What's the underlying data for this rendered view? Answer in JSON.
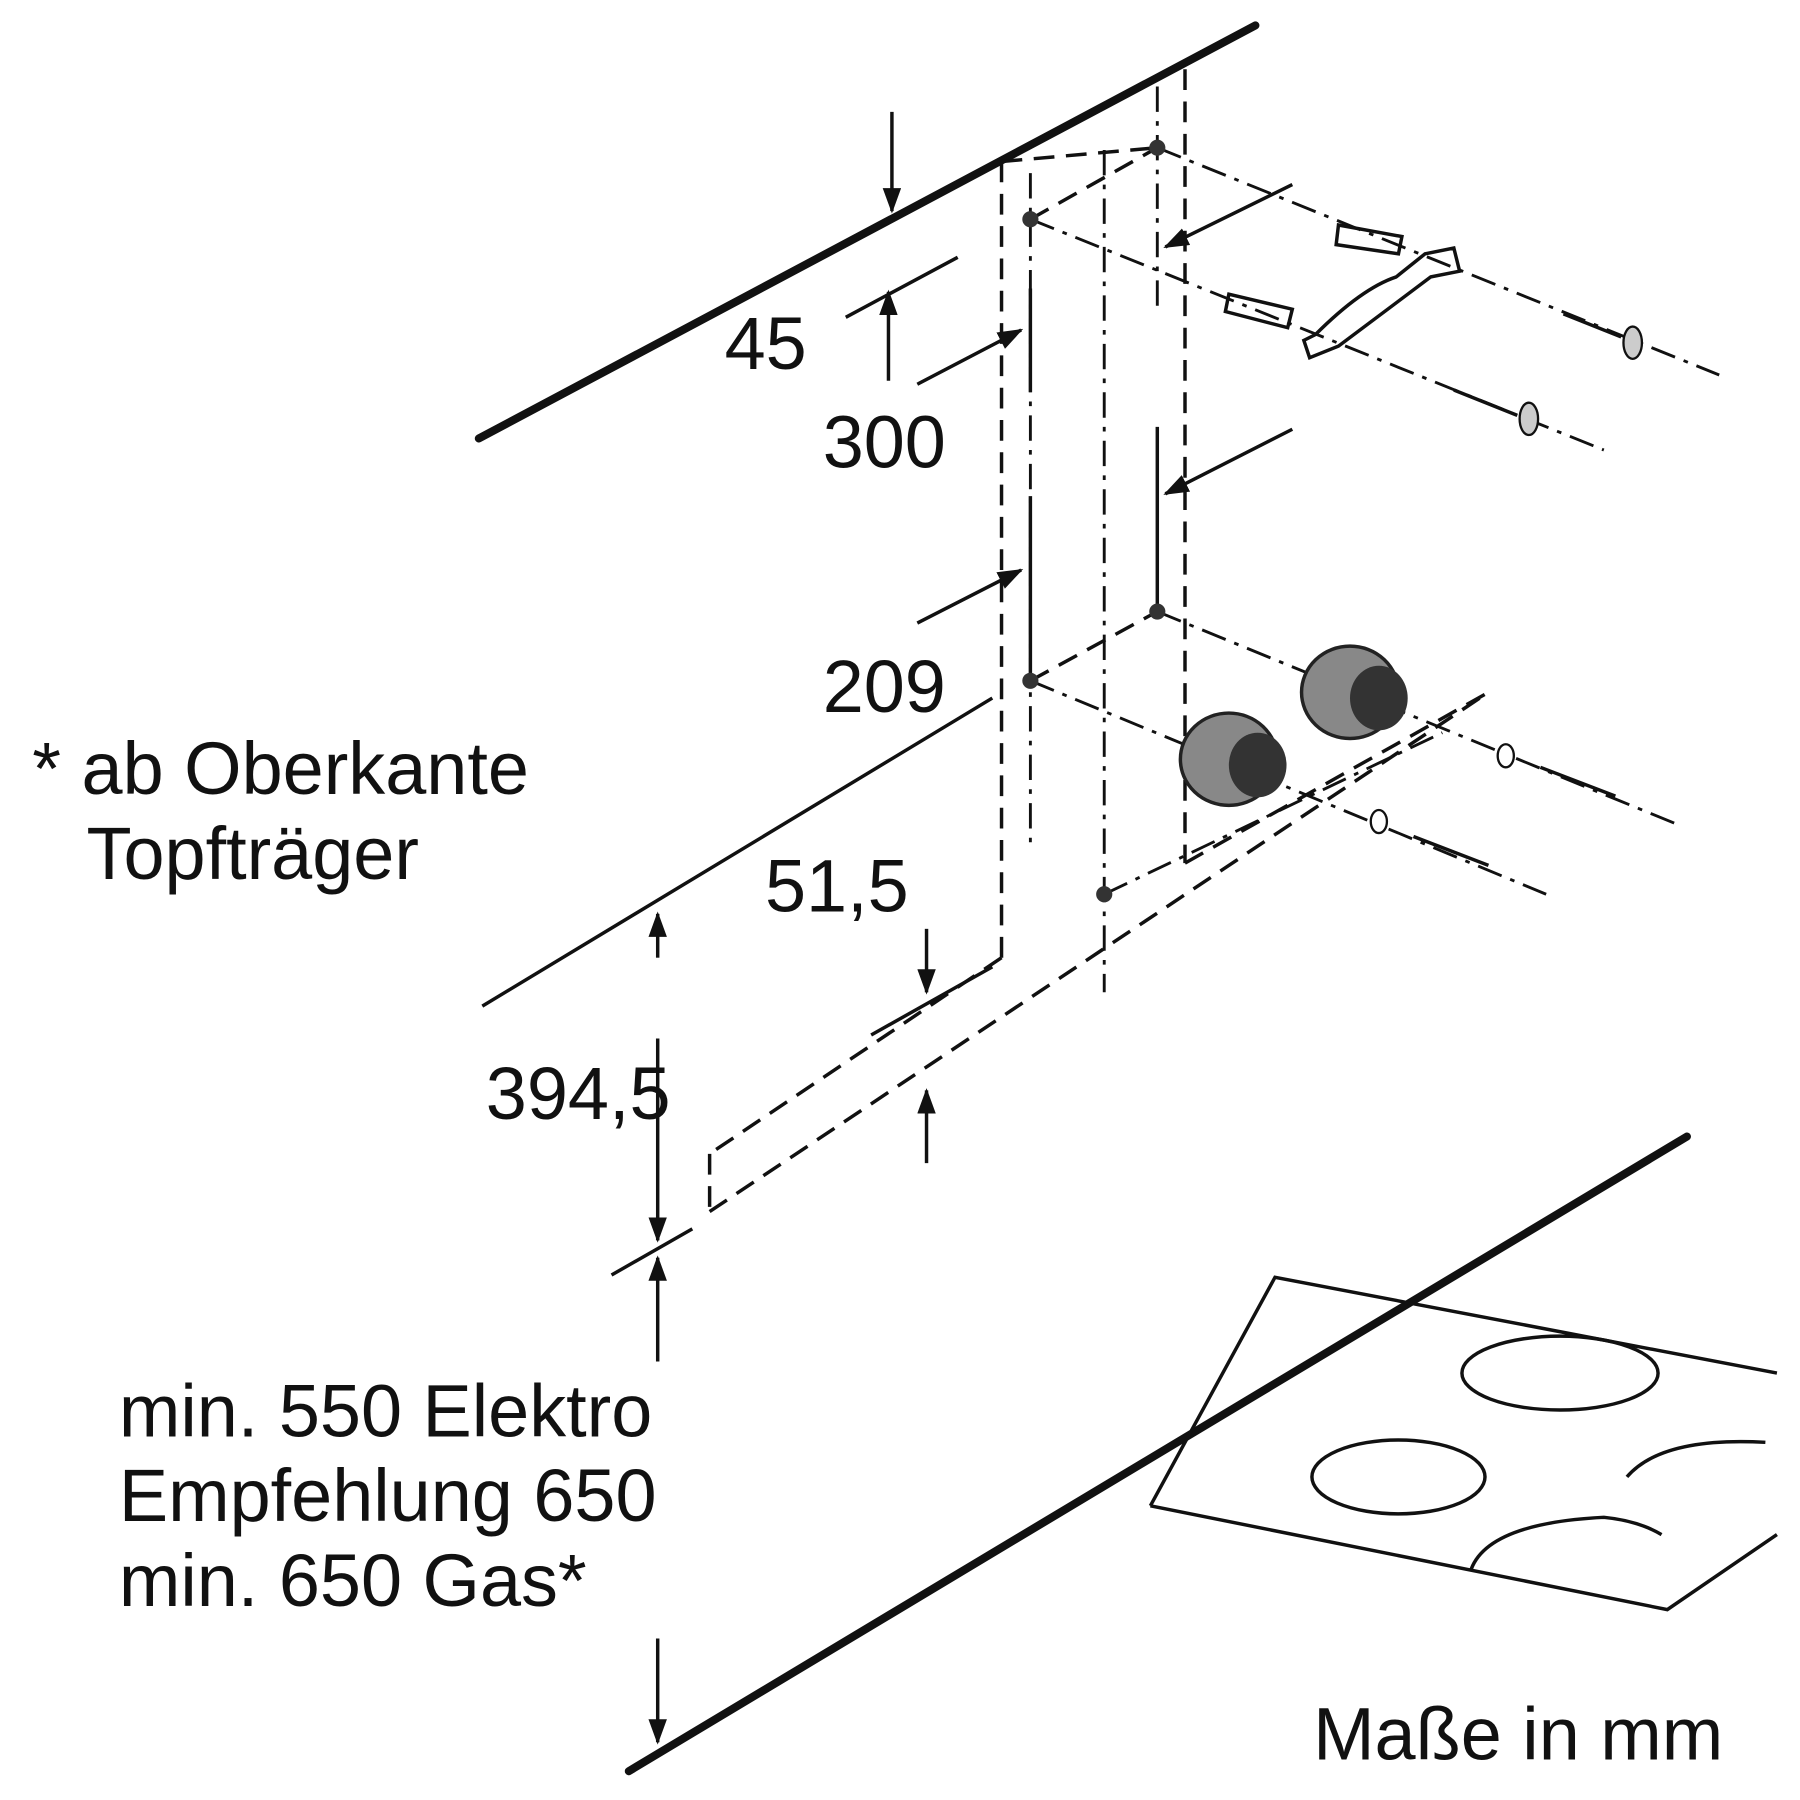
{
  "dimensions": {
    "d45": "45",
    "d300": "300",
    "d209": "209",
    "d51_5": "51,5",
    "d394_5": "394,5"
  },
  "note": {
    "line1": "* ab Oberkante",
    "line2": "Topfträger"
  },
  "distance": {
    "line1": "min. 550 Elektro",
    "line2": "Empfehlung 650",
    "line3": "min. 650 Gas*"
  },
  "units": "Maße in mm"
}
